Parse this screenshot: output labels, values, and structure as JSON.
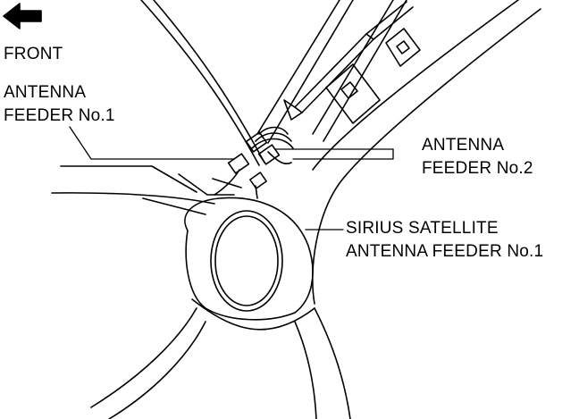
{
  "direction": {
    "label": "FRONT"
  },
  "callouts": {
    "antenna_feeder_1": {
      "line1": "ANTENNA",
      "line2": "FEEDER No.1"
    },
    "antenna_feeder_2": {
      "line1": "ANTENNA",
      "line2": "FEEDER No.2"
    },
    "sirius_feeder_1": {
      "line1": "SIRIUS SATELLITE",
      "line2": "ANTENNA FEEDER No.1"
    }
  },
  "colors": {
    "line": "#000000",
    "background": "#ffffff"
  }
}
